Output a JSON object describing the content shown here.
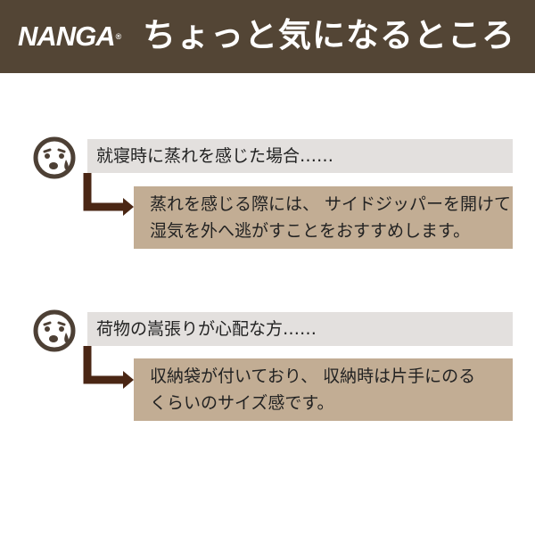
{
  "header": {
    "brand": "NANGA",
    "brand_mark": "®",
    "title": "ちょっと気になるところ"
  },
  "items": [
    {
      "question": "就寝時に蒸れを感じた場合……",
      "answer_lines": [
        "蒸れを感じる際には、 サイドジッパーを開けて",
        "湿気を外へ逃がすことをおすすめします。"
      ],
      "icon": "worried-face-icon"
    },
    {
      "question": "荷物の嵩張りが心配な方……",
      "answer_lines": [
        "収納袋が付いており、 収納時は片手にのる",
        "くらいのサイズ感です。"
      ],
      "icon": "worried-face-icon"
    }
  ],
  "colors": {
    "header_bg": "#534535",
    "question_bar": "#e3e0de",
    "answer_box": "#c2ad94",
    "arrow": "#4a2614",
    "icon": "#4d4035"
  }
}
